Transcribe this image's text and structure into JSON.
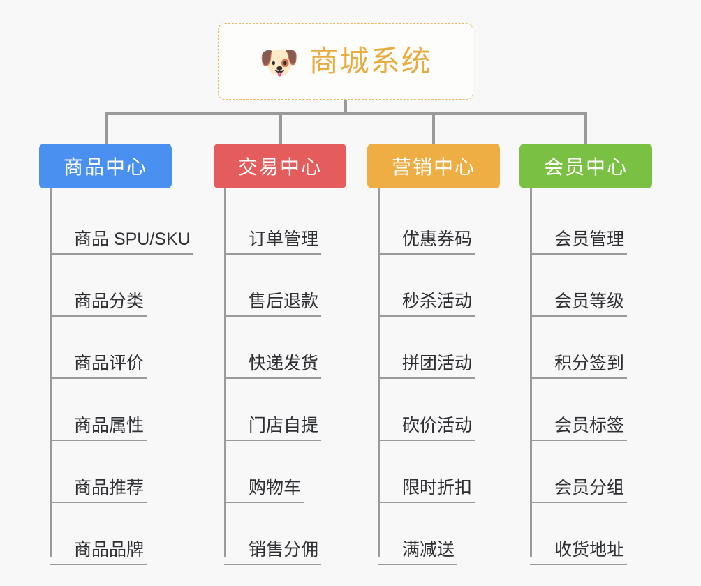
{
  "diagram": {
    "background_color": "#f8f8f8",
    "connector_color": "#9a9a9a",
    "root": {
      "icon": "shiba-dog-face-icon",
      "icon_glyph": "🐶",
      "title": "商城系统",
      "title_color": "#e8ab3d",
      "border_color": "#e8b763",
      "background_color": "#fdfdfb"
    },
    "columns": [
      {
        "id": "product-center",
        "header": "商品中心",
        "color": "#4a90f0",
        "items": [
          "商品 SPU/SKU",
          "商品分类",
          "商品评价",
          "商品属性",
          "商品推荐",
          "商品品牌"
        ]
      },
      {
        "id": "trade-center",
        "header": "交易中心",
        "color": "#e45c5c",
        "items": [
          "订单管理",
          "售后退款",
          "快递发货",
          "门店自提",
          "购物车",
          "销售分佣"
        ]
      },
      {
        "id": "marketing-center",
        "header": "营销中心",
        "color": "#eeae43",
        "items": [
          "优惠券码",
          "秒杀活动",
          "拼团活动",
          "砍价活动",
          "限时折扣",
          "满减送"
        ]
      },
      {
        "id": "member-center",
        "header": "会员中心",
        "color": "#7ac143",
        "items": [
          "会员管理",
          "会员等级",
          "积分签到",
          "会员标签",
          "会员分组",
          "收货地址"
        ]
      }
    ]
  }
}
